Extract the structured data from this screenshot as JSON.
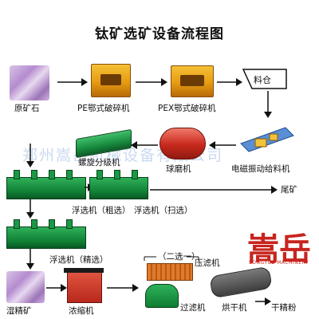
{
  "title": "钛矿选矿设备流程图",
  "labels": {
    "raw_ore": "原矿石",
    "pe_crusher": "PE鄂式破碎机",
    "pex_crusher": "PEX鄂式破碎机",
    "silo": "料仓",
    "spiral_classifier": "螺旋分级机",
    "ball_mill": "球磨机",
    "vibrating_feeder": "电磁振动给料机",
    "flotation_rough": "浮选机（粗选）",
    "flotation_scavenge": "浮选机（扫选）",
    "tailings": "尾矿",
    "flotation_clean": "浮选机（精选）",
    "two_stage": "（二选一）",
    "filter_press": "压滤机",
    "wet_concentrate": "湿精矿",
    "thickener": "浓缩机",
    "filter": "过滤机",
    "dryer": "烘干机",
    "dry_concentrate": "干精粉"
  },
  "watermark": "郑州嵩岳机械设备有限公司",
  "logo": {
    "chars": "嵩岳",
    "sub": "SONGYUE MACHINERY"
  },
  "colors": {
    "arrow": "#111111",
    "logo_red": "#c7241e",
    "ore": "#b48ccf",
    "crusher": "#e79c12",
    "green": "#178a3e",
    "mill": "#c8281c"
  }
}
